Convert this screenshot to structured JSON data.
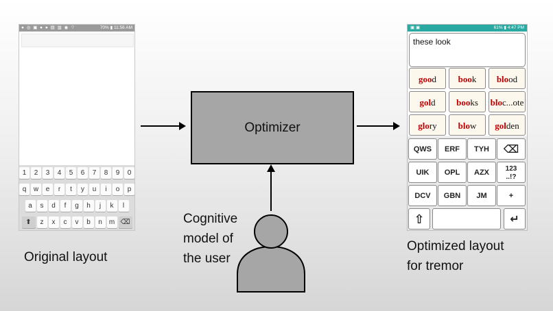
{
  "left_phone": {
    "status_time": "70% ▮ 11:56 AM",
    "number_row": [
      "1",
      "2",
      "3",
      "4",
      "5",
      "6",
      "7",
      "8",
      "9",
      "0"
    ],
    "row1": [
      "q",
      "w",
      "e",
      "r",
      "t",
      "y",
      "u",
      "i",
      "o",
      "p"
    ],
    "row2": [
      "a",
      "s",
      "d",
      "f",
      "g",
      "h",
      "j",
      "k",
      "l"
    ],
    "row3": [
      "z",
      "x",
      "c",
      "v",
      "b",
      "n",
      "m"
    ],
    "shift_glyph": "⬆",
    "delete_glyph": "⌫"
  },
  "diagram": {
    "optimizer_label": "Optimizer",
    "cognitive_lines": [
      "Cognitive",
      "model of",
      "the user"
    ]
  },
  "captions": {
    "original": "Original layout",
    "optimized_lines": [
      "Optimized layout",
      "for tremor"
    ]
  },
  "right_phone": {
    "status_left": "▣ ▣",
    "status_right": "61% ▮ 4:47 PM",
    "input_text": "these look",
    "suggestions": [
      {
        "prefix": "goo",
        "suffix": "d"
      },
      {
        "prefix": "boo",
        "suffix": "k"
      },
      {
        "prefix": "blo",
        "suffix": "od"
      },
      {
        "prefix": "gol",
        "suffix": "d"
      },
      {
        "prefix": "boo",
        "suffix": "ks"
      },
      {
        "prefix": "blo",
        "suffix": "c...ote"
      },
      {
        "prefix": "glo",
        "suffix": "ry"
      },
      {
        "prefix": "blo",
        "suffix": "w"
      },
      {
        "prefix": "gol",
        "suffix": "den"
      }
    ],
    "keys": [
      "QWS",
      "ERF",
      "TYH",
      "⌫",
      "UIK",
      "OPL",
      "AZX",
      "123\n..!?",
      "DCV",
      "GBN",
      "JM",
      "+"
    ],
    "shift_glyph": "⇧",
    "enter_glyph": "↵"
  },
  "colors": {
    "optimizer_fill": "#a6a6a6",
    "person_fill": "#a6a6a6",
    "suggestion_highlight": "#c00000",
    "status_bar_right": "#2aa9a3"
  }
}
